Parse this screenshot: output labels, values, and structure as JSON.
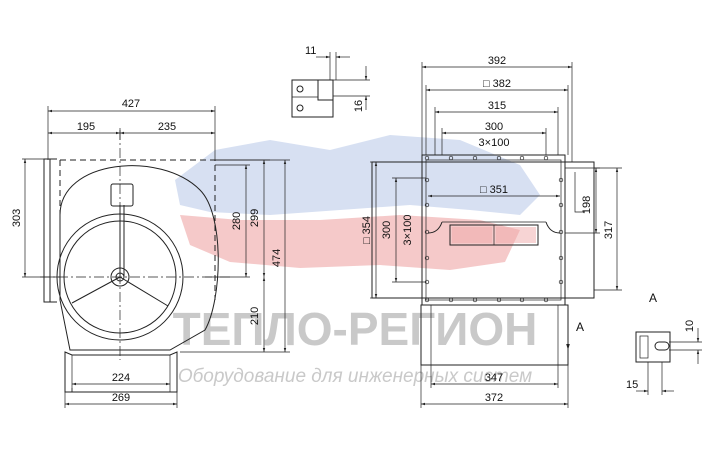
{
  "watermark": {
    "brand": "ТЕПЛО-РЕГИОН",
    "tagline": "Оборудование для инженерных систем"
  },
  "front_view": {
    "width_overall": "427",
    "width_left": "195",
    "width_right": "235",
    "height_left": "303",
    "height_280": "280",
    "height_299": "299",
    "height_474": "474",
    "height_210": "210",
    "base_inner": "224",
    "base_outer": "269"
  },
  "bracket_detail": {
    "width": "11",
    "height": "16"
  },
  "side_view": {
    "width_392": "392",
    "square_382": "□ 382",
    "width_315": "315",
    "width_300": "300",
    "pitch_3x100": "3×100",
    "square_351": "□ 351",
    "square_354": "□ 354",
    "height_300": "300",
    "vert_pitch_3x100": "3×100",
    "height_198": "198",
    "height_317": "317",
    "base_347": "347",
    "base_372": "372",
    "view_arrow_label": "A"
  },
  "detail_a": {
    "title": "A",
    "dim_10": "10",
    "dim_15": "15"
  }
}
